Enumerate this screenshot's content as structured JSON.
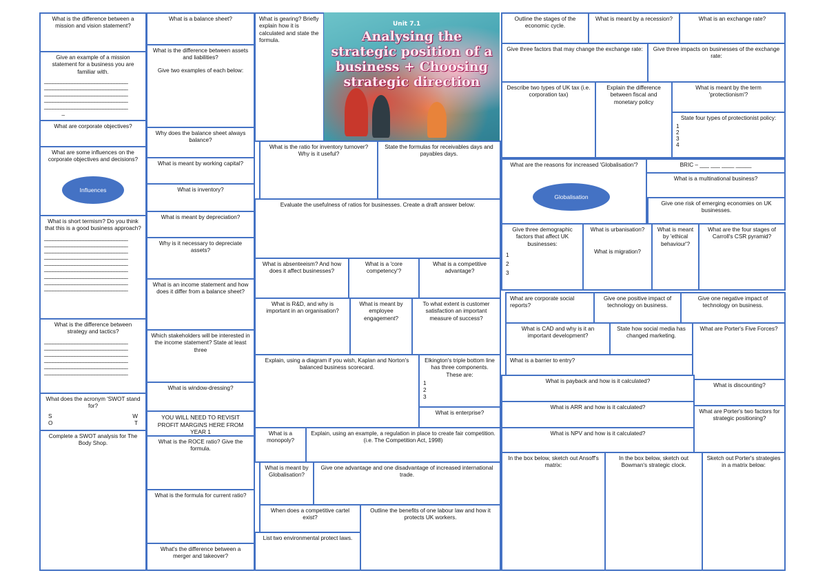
{
  "title_block": {
    "tag": "Unit 7.1",
    "title": "Analysing the strategic position of a business + Choosing strategic direction"
  },
  "col1": {
    "q1": "What is the difference between a mission and vision statement?",
    "q2": "Give an example of a mission statement for a business you are familiar with.",
    "q3": "What are corporate objectives?",
    "q4": "What are some influences on the corporate objectives and decisions?",
    "oval1": "Influences",
    "q5": "What is short termism? Do you think that this is a good business approach?",
    "q6": "What is the difference between strategy and tactics?",
    "q7": "What does the acronym 'SWOT stand for?",
    "swot_s": "S",
    "swot_w": "W",
    "swot_o": "O",
    "swot_t": "T",
    "q8": "Complete a SWOT analysis for The Body Shop."
  },
  "col2": {
    "q1": "What is a balance sheet?",
    "q2": "What is the difference between assets and liabilities?",
    "q2b": "Give two examples of each below:",
    "q3": "Why does the balance sheet always balance?",
    "q4": "What is meant by working capital?",
    "q5": "What is inventory?",
    "q6": "What is meant by depreciation?",
    "q7": "Why is it necessary to depreciate assets?",
    "q8": "What is an income statement and how does it differ from a balance sheet?",
    "q9": "Which stakeholders will be interested in the income statement? State at least three",
    "q10": "What is window-dressing?",
    "q11": "YOU WILL NEED TO REVISIT PROFIT MARGINS HERE FROM YEAR 1",
    "q12": "What is the ROCE ratio? Give the formula.",
    "q13": "What is the formula for current ratio?",
    "q14": "What's the difference between a merger and takeover?"
  },
  "col3": {
    "q1": "What is gearing? Briefly explain how it is calculated and state the formula.",
    "q2": "What is the ratio for inventory turnover? Why is it useful?",
    "q3": "State the formulas for receivables days and payables days.",
    "q4": "Evaluate the usefulness of ratios for businesses. Create a draft answer below:",
    "q5": "What is absenteeism? And how does it affect businesses?",
    "q6": "What is a 'core competency'?",
    "q7": "What is a competitive advantage?",
    "q8": "What is R&D, and why is important in an organisation?",
    "q9": "What is meant by employee engagement?",
    "q10": "To what extent is customer satisfaction an important measure of success?",
    "q11": "Explain, using a diagram if you wish, Kaplan and Norton's balanced business scorecard.",
    "q12": "Elkington's triple bottom line has three components. These are:",
    "q12_n1": "1",
    "q12_n2": "2",
    "q12_n3": "3",
    "q13": "What is enterprise?",
    "q14": "What is a monopoly?",
    "q15": "Explain, using an example, a regulation in place to create fair competition. (i.e. The Competition Act, 1998)",
    "q16": "What is meant by Globalisation?",
    "q17": "Give one advantage and one disadvantage of increased international trade.",
    "q18": "When does a competitive cartel exist?",
    "q19": "Outline the benefits of one labour law and how it protects UK workers.",
    "q20": "List two environmental protect laws."
  },
  "col4": {
    "q1": "Outline the stages of the economic cycle.",
    "q2": "What is meant by a recession?",
    "q3": "What is an exchange rate?",
    "q4": "Give three factors that may change the exchange rate:",
    "q5": "Give three impacts on businesses of the exchange rate:",
    "q6": "Describe two types of UK tax (i.e. corporation tax)",
    "q7": "Explain the difference between fiscal and monetary policy",
    "q8": "What is meant by the term 'protectionism'?",
    "q9": "State four types of protectionist policy:",
    "q9_n1": "1",
    "q9_n2": "2",
    "q9_n3": "3",
    "q9_n4": "4",
    "q10": "What are the reasons for increased 'Globalisation'?",
    "oval2": "Globalisation",
    "q11": "BRIC – ___ ___ ____ _____",
    "q12": "What is a multinational business?",
    "q13": "Give one risk of emerging economies on UK businesses.",
    "q14": "Give three demographic factors that affect UK businesses:",
    "q14_n1": "1",
    "q14_n2": "2",
    "q14_n3": "3",
    "q15": "What is urbanisation?",
    "q15b": "What is migration?",
    "q16": "What is meant by 'ethical behaviour'?",
    "q17": "What are the four stages of Carroll's CSR pyramid?",
    "q18": "What are corporate social reports?",
    "q19": "Give one positive impact of technology on business.",
    "q20": "Give one negative impact of technology on business.",
    "q21": "What is CAD and why is it an important development?",
    "q22": "State how social media has changed marketing.",
    "q23": "What are Porter's Five Forces?",
    "q24": "What is a barrier to entry?",
    "q25": "What is payback and how is it calculated?",
    "q26": "What is discounting?",
    "q27": "What is ARR and how is it calculated?",
    "q28": "What are Porter's two factors for strategic positioning?",
    "q29": "What is NPV and how is it calculated?",
    "q30": "In the box below, sketch out Ansoff's matrix:",
    "q31": "In the box below, sketch out Bowman's strategic clock.",
    "q32": "Sketch out Porter's strategies in a matrix below:"
  }
}
